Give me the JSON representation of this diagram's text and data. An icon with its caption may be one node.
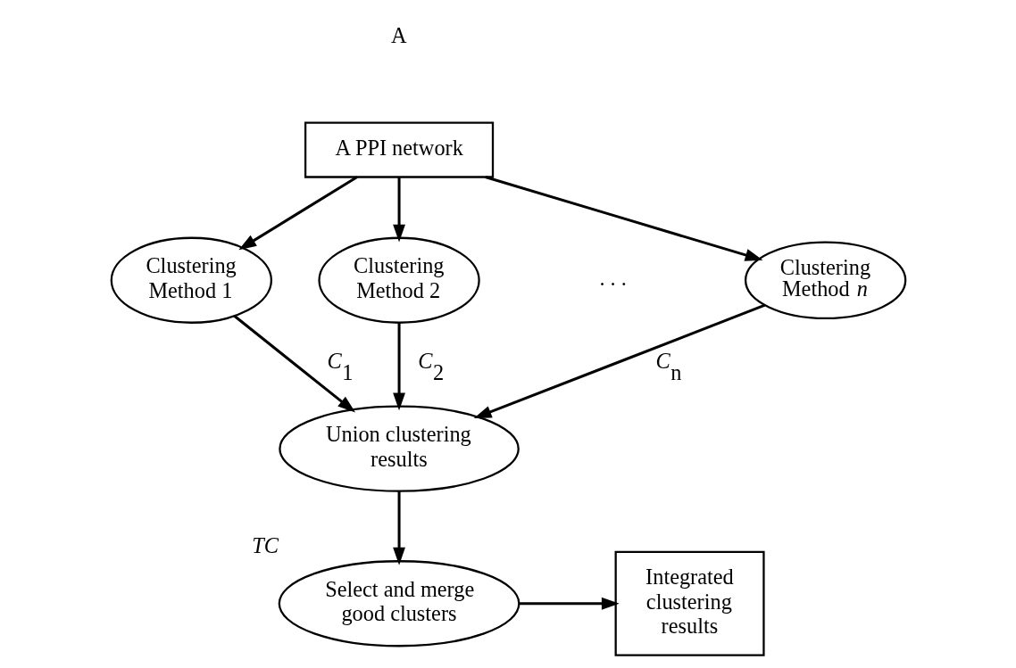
{
  "diagram": {
    "nodes": [
      {
        "text": [
          "A PPI network"
        ]
      },
      {
        "text": [
          "Clustering Method 1"
        ]
      },
      {
        "text": [
          "Clustering Method 2"
        ]
      },
      {
        "text": [
          "Clustering Method *n*"
        ]
      },
      {
        "text": [
          "Union clustering results"
        ]
      },
      {
        "text": [
          "Select and merge good clusters"
        ],
        "beside": [
          "*TC*"
        ]
      },
      {
        "text": [
          "Integrated clustering results"
        ]
      }
    ],
    "edges": [
      {
        "from": 0,
        "to": 1,
        "arrow": "to"
      },
      {
        "from": 0,
        "to": 2,
        "arrow": "to"
      },
      {
        "from": 0,
        "to": 3,
        "arrow": "to"
      },
      {
        "from": 1,
        "to": 4,
        "arrow": "to",
        "label": "*C*$_{1}$"
      },
      {
        "from": 2,
        "to": 4,
        "arrow": "to",
        "label": "*C*$_{2}$"
      },
      {
        "from": 3,
        "to": 4,
        "arrow": "to",
        "label": "*C*$_{n}$"
      },
      {
        "from": 4,
        "to": 5,
        "arrow": "to"
      },
      {
        "from": 5,
        "to": 6,
        "arrow": "to"
      }
    ],
    "labels": [
      "A",
      ". . ."
    ]
  }
}
